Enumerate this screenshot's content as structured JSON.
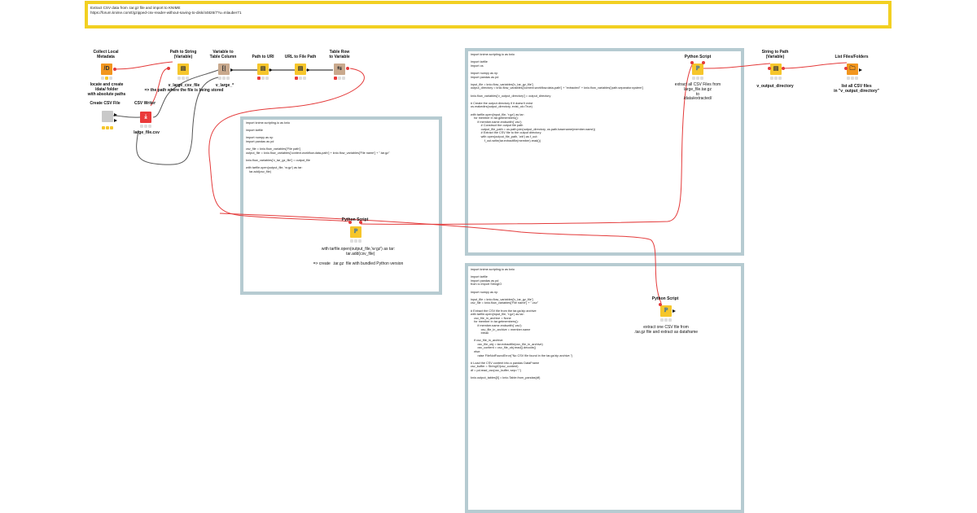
{
  "banner": {
    "title": "Extract CSV data from .tar.gz file and import to KNIME",
    "url": "https://forum.knime.com/t/gzipped-csv-reader-without-saving-to-disk/44826/7?u=mlauber71"
  },
  "nodes": {
    "collect_local_metadata": {
      "title": "Collect Local\nMetadata",
      "desc": "locate and create\n/data/ folder\nwith absolute paths"
    },
    "path_to_string": {
      "title": "Path to String\n(Variable)",
      "desc": "v_large_csv_file\n=> the path where the file is being stored"
    },
    "variable_to_table_column": {
      "title": "Variable to\nTable Column",
      "desc": "v_large_*"
    },
    "path_to_uri": {
      "title": "Path to URI"
    },
    "url_to_file_path": {
      "title": "URL to File Path"
    },
    "table_row_to_variable": {
      "title": "Table Row\nto Variable"
    },
    "create_csv_file": {
      "title": "Create CSV File"
    },
    "csv_writer": {
      "title": "CSV Writer",
      "desc": "large_file.csv"
    },
    "python_script_1": {
      "title": "Python Script",
      "desc": "with tarfile.open(output_file,'w:gz') as tar:\n    tar.add(csv_file)"
    },
    "python_script_2": {
      "title": "Python Script",
      "desc": "extract all CSV Files from\nlarge_file.tar.gz\nto\n/data/extracted/"
    },
    "string_to_path": {
      "title": "String to Path\n(Variable)",
      "desc": "v_output_directory"
    },
    "list_files_folders": {
      "title": "List Files/Folders",
      "desc": "list all CSV files\nin \"v_output_directory\""
    },
    "python_script_3": {
      "title": "Python Script",
      "desc": "extract one CSV file from\n.tar.gz file and extract as dataframe"
    }
  },
  "annotations": {
    "create_note": "=> create  .tar.gz  file with bundled Python version"
  },
  "code_boxes": {
    "box1": "import knime.scripting.io as knio\n\nimport tarfile\n\nimport numpy as np\nimport pandas as pd\n\ncsv_file = knio.flow_variables['File path']\noutput_file = knio.flow_variables['context.workflow.data-path'] + knio.flow_variables['File name'] + \".tar.gz\"\n\nknio.flow_variables['v_tar_gz_file'] = output_file\n\nwith tarfile.open(output_file, 'w:gz') as tar:\n    tar.add(csv_file)",
    "box2": "import knime.scripting.io as knio\n\nimport tarfile\nimport os\n\nimport numpy as np\nimport pandas as pd\n\ninput_file = knio.flow_variables['v_tar_gz_file']\noutput_directory = knio.flow_variables['context.workflow.data-path'] + \"extracted\" + knio.flow_variables['path.separator.system']\n\nknio.flow_variables['v_output_directory'] = output_directory\n\n# Create the output directory if it doesn't exist\nos.makedirs(output_directory, exist_ok=True)\n\nwith tarfile.open(input_file, 'r:gz') as tar:\n    for member in tar.getmembers():\n        if member.name.endswith('.csv'):\n            # Construct the output file path\n            output_file_path = os.path.join(output_directory, os.path.basename(member.name))\n            # Extract the CSV file to the output directory\n            with open(output_file_path, 'wb') as f_out:\n                f_out.write(tar.extractfile(member).read())",
    "box3": "import knime.scripting.io as knio\n\nimport tarfile\nimport pandas as pd\nfrom io import StringIO\n\nimport numpy as np\n\ninput_file = knio.flow_variables['v_tar_gz_file']\ncsv_file = knio.flow_variables['File name'] + \".csv\"\n\n# Extract the CSV file from the tar.gz/zip archive\nwith tarfile.open(input_file, 'r:gz') as tar:\n    csv_file_in_archive = None\n    for member in tar.getmembers():\n        if member.name.endswith('.csv'):\n            csv_file_in_archive = member.name\n            break\n\n    if csv_file_in_archive:\n        csv_file_obj = tar.extractfile(csv_file_in_archive)\n        csv_content = csv_file_obj.read().decode()\n    else:\n        raise FileNotFoundError(\"No CSV file found in the tar.gz/zip archive.\")\n\n# Load the CSV content into a pandas DataFrame\ncsv_buffer = StringIO(csv_content)\ndf = pd.read_csv(csv_buffer, sep=\";\")\n\nknio.output_tables[0] = knio.Table.from_pandas(df)"
  },
  "colors": {
    "banner_border": "#f2d022",
    "box_border": "#b6cbd1",
    "flow_variable_link": "#e43b3b",
    "data_link": "#555555"
  }
}
